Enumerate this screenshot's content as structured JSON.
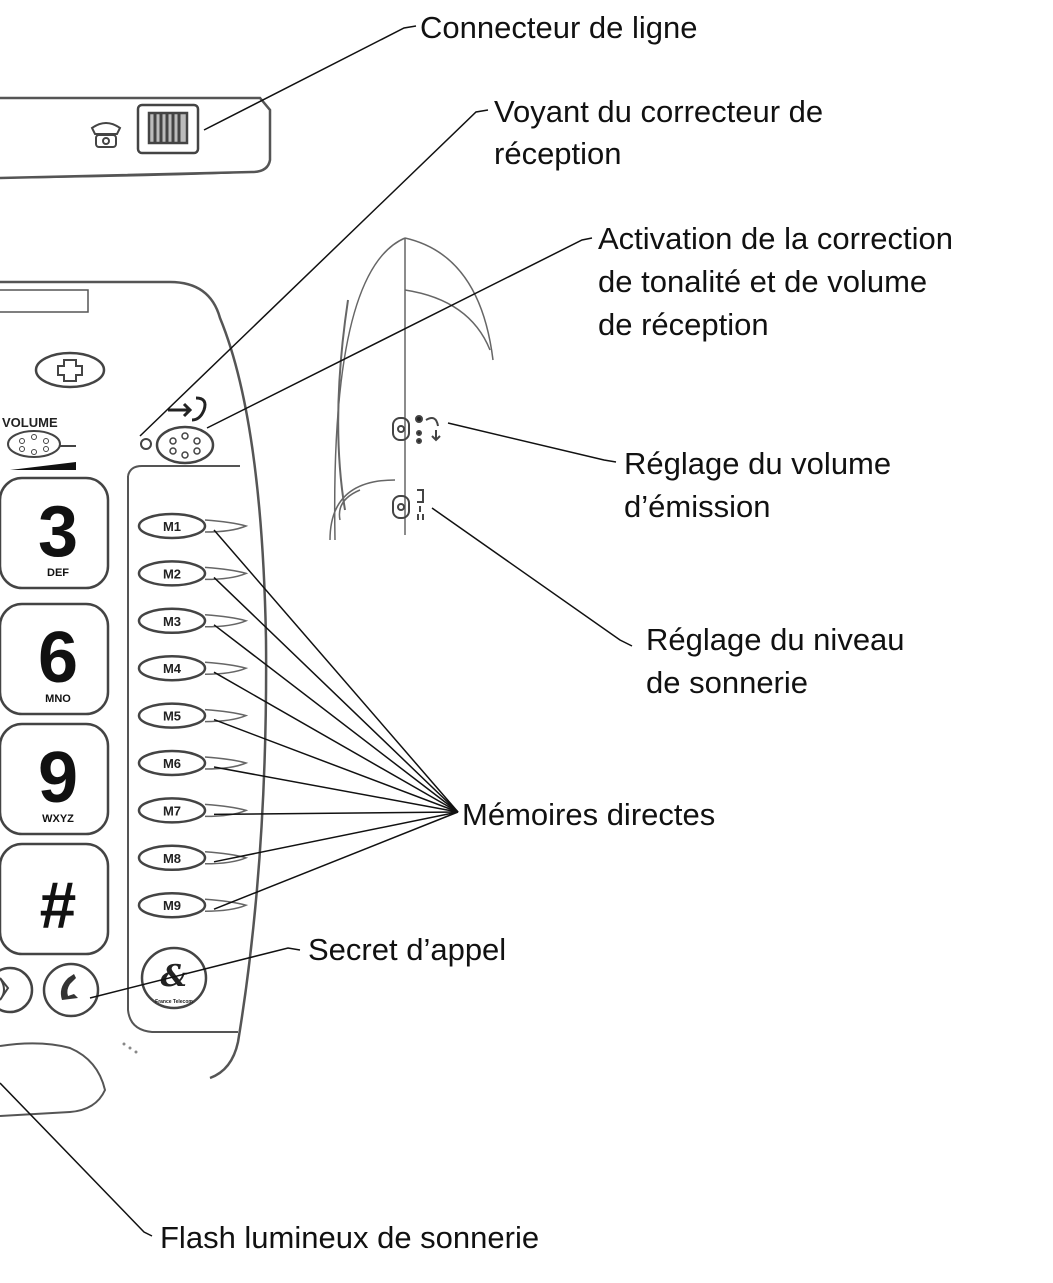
{
  "callouts": {
    "line_connector": "Connecteur de ligne",
    "reception_led_1": "Voyant du correcteur de",
    "reception_led_2": "réception",
    "activation_1": "Activation de la correction",
    "activation_2": "de tonalité et de volume",
    "activation_3": "de réception",
    "emission_volume_1": "Réglage du volume",
    "emission_volume_2": "d’émission",
    "ringer_level_1": "Réglage du niveau",
    "ringer_level_2": "de sonnerie",
    "direct_memories": "Mémoires directes",
    "mute": "Secret d’appel",
    "ring_flash": "Flash lumineux de sonnerie"
  },
  "phone": {
    "volume_label": "VOLUME",
    "keys": [
      {
        "digit": "3",
        "letters": "DEF"
      },
      {
        "digit": "6",
        "letters": "MNO"
      },
      {
        "digit": "9",
        "letters": "WXYZ"
      },
      {
        "digit": "#",
        "letters": ""
      }
    ],
    "memory_keys": [
      "M1",
      "M2",
      "M3",
      "M4",
      "M5",
      "M6",
      "M7",
      "M8",
      "M9"
    ],
    "brand_text": "France Telecom"
  },
  "icons": {
    "phone_icon": "telephone-icon",
    "line_jack": "rj11-jack-icon",
    "plus": "plus-icon",
    "handset_arrow": "handset-arrow-icon",
    "call": "handset-icon",
    "brand_logo": "france-telecom-logo-icon"
  },
  "colors": {
    "line": "#111111",
    "device_outline": "#555555",
    "text": "#111111"
  }
}
